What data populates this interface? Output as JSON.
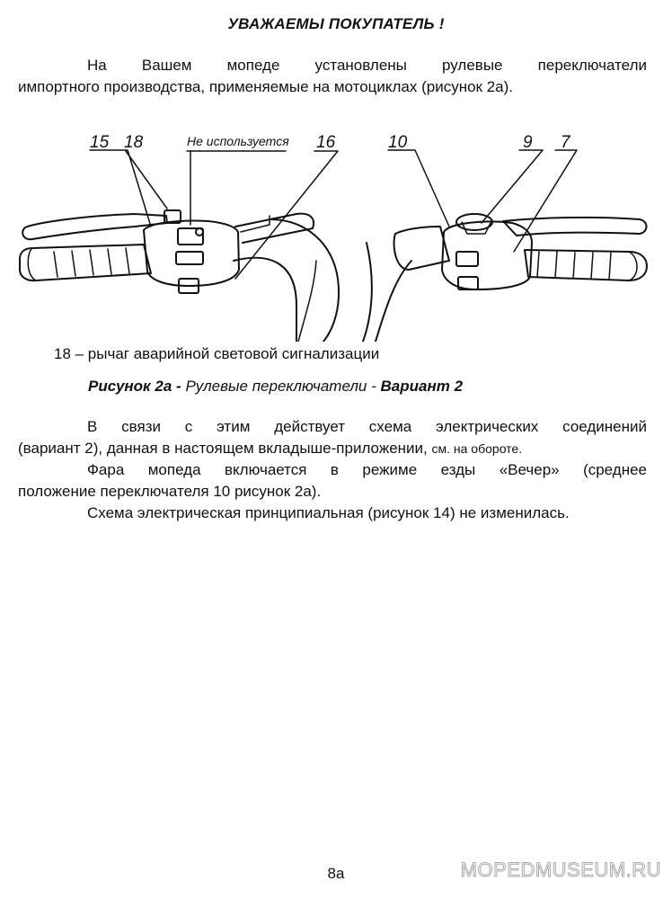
{
  "document": {
    "title": "УВАЖАЕМЫ ПОКУПАТЕЛЬ !",
    "intro_line1": "На Вашем мопеде установлены рулевые переключатели",
    "intro_line2": "импортного производства, применяемые на мотоциклах (рисунок 2а).",
    "figure": {
      "callouts_left": [
        "15",
        "18",
        "16"
      ],
      "not_used_label": "Не используется",
      "callouts_right": [
        "10",
        "9",
        "7"
      ]
    },
    "legend_18": "18 – рычаг аварийной световой сигнализации",
    "caption": {
      "prefix": "Рисунок 2а -",
      "middle": "Рулевые переключатели -",
      "suffix": "Вариант 2"
    },
    "body": {
      "p1_line1": "В связи с этим действует схема электрических соединений",
      "p1_line2": "(вариант 2), данная в настоящем вкладыше-приложении,",
      "p1_line2_small": "см. на обороте.",
      "p2_line1": "Фара мопеда включается в режиме езды «Вечер» (среднее",
      "p2_line2": "положение переключателя 10 рисунок 2а).",
      "p3_line1": "Схема электрическая принципиальная (рисунок 14) не изменилась."
    },
    "page_number": "8а",
    "watermark": "MOPEDMUSEUM.RU"
  }
}
